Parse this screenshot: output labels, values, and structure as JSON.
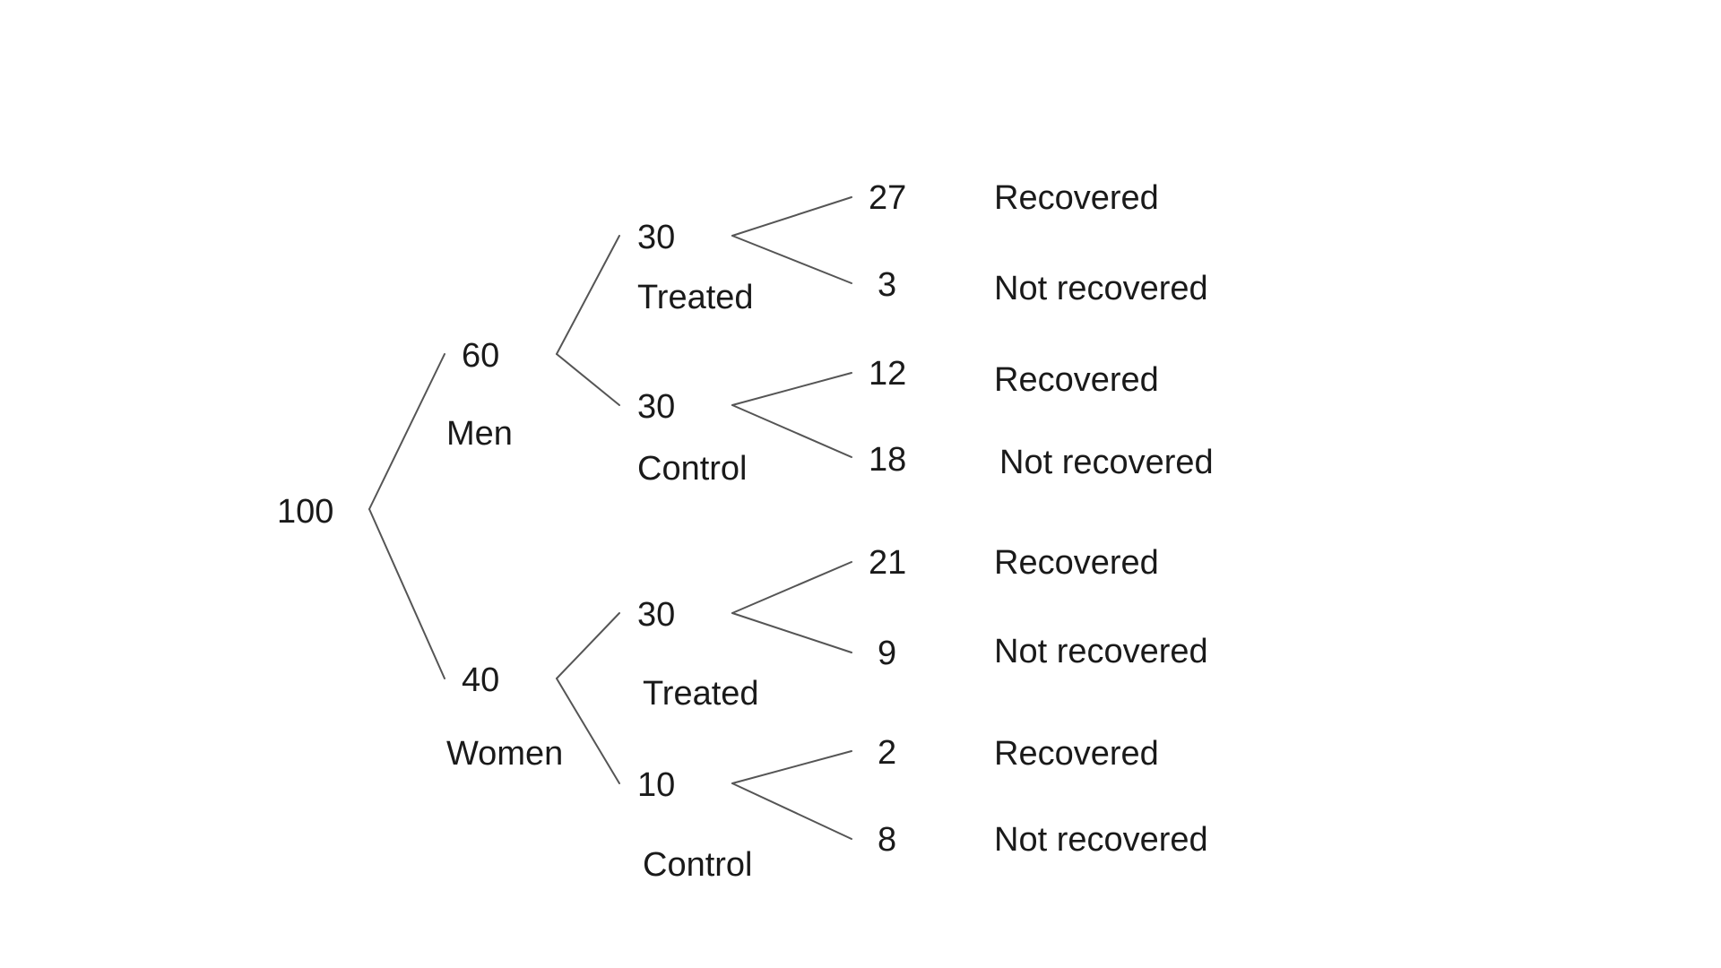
{
  "tree": {
    "root": "100",
    "men": {
      "count": "60",
      "label": "Men"
    },
    "women": {
      "count": "40",
      "label": "Women"
    },
    "men_treated": {
      "count": "30",
      "label": "Treated"
    },
    "men_control": {
      "count": "30",
      "label": "Control"
    },
    "women_treated": {
      "count": "30",
      "label": "Treated"
    },
    "women_control": {
      "count": "10",
      "label": "Control"
    },
    "outcomes": [
      {
        "count": "27",
        "label": "Recovered"
      },
      {
        "count": "3",
        "label": "Not recovered"
      },
      {
        "count": "12",
        "label": "Recovered"
      },
      {
        "count": "18",
        "label": "Not recovered"
      },
      {
        "count": "21",
        "label": "Recovered"
      },
      {
        "count": "9",
        "label": "Not recovered"
      },
      {
        "count": "2",
        "label": "Recovered"
      },
      {
        "count": "8",
        "label": "Not recovered"
      }
    ]
  }
}
